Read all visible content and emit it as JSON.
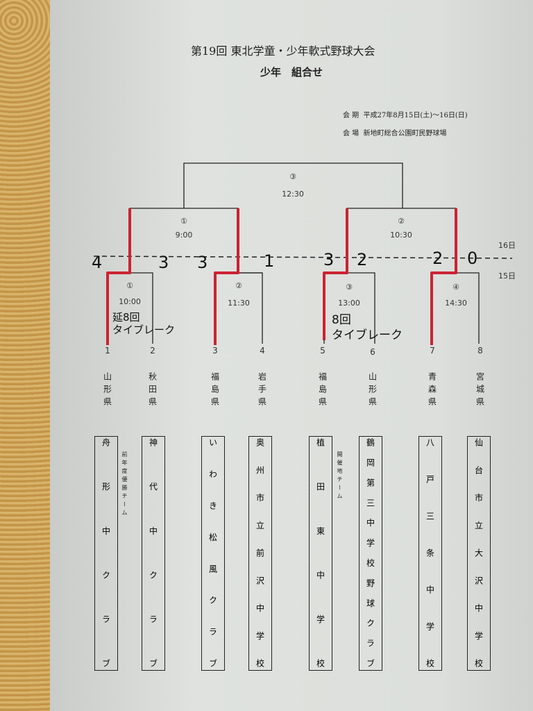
{
  "title": "第19回 東北学童・少年軟式野球大会",
  "subtitle": "少年　組合せ",
  "period_label": "会 期",
  "period": "平成27年8月15日(土)～16日(日)",
  "venue_label": "会 場",
  "venue": "新地町総合公園町民野球場",
  "day16": "16日",
  "day15": "15日",
  "final": {
    "no": "③",
    "time": "12:30"
  },
  "semis": [
    {
      "no": "①",
      "time": "9:00"
    },
    {
      "no": "②",
      "time": "10:30"
    }
  ],
  "quarters": [
    {
      "no": "①",
      "time": "10:00"
    },
    {
      "no": "②",
      "time": "11:30"
    },
    {
      "no": "③",
      "time": "13:00"
    },
    {
      "no": "④",
      "time": "14:30"
    }
  ],
  "teams": [
    {
      "seed": "1",
      "pref": "山形県",
      "name": "舟形中クラブ",
      "note": "前年度優勝チーム"
    },
    {
      "seed": "2",
      "pref": "秋田県",
      "name": "神代中クラブ"
    },
    {
      "seed": "3",
      "pref": "福島県",
      "name": "いわき松風クラブ"
    },
    {
      "seed": "4",
      "pref": "岩手県",
      "name": "奥州市立前沢中学校"
    },
    {
      "seed": "5",
      "pref": "福島県",
      "name": "植田東中学校",
      "note": "開催地チーム"
    },
    {
      "seed": "6",
      "pref": "山形県",
      "name": "鶴岡第三中学校野球クラブ"
    },
    {
      "seed": "7",
      "pref": "青森県",
      "name": "八戸三条中学校"
    },
    {
      "seed": "8",
      "pref": "宮城県",
      "name": "仙台市立大沢中学校"
    }
  ],
  "scores": [
    "4",
    "3",
    "3",
    "1",
    "3",
    "2",
    "2",
    "0"
  ],
  "handnotes": [
    "延8回\nタイブレーク",
    "8回\nタイブレーク"
  ],
  "colors": {
    "winner_line": "#cc2233"
  }
}
